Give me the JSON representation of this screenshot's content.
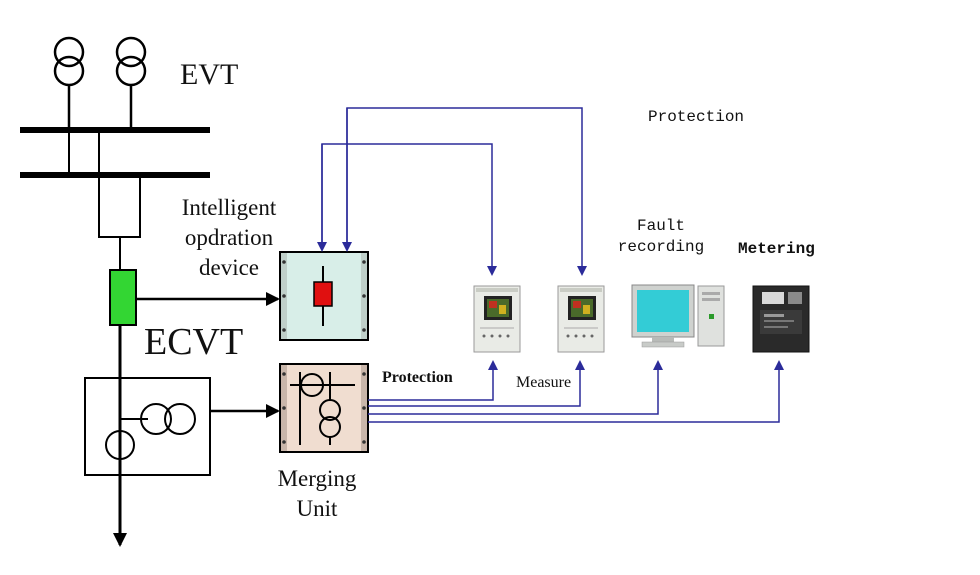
{
  "labels": {
    "evt": "EVT",
    "intelligent_device": "Intelligent opdration device",
    "intelligent_device_lines": [
      "Intelligent",
      "opdration",
      "device"
    ],
    "ecvt": "ECVT",
    "merging_unit_lines": [
      "Merging",
      "Unit"
    ],
    "protection_top": "Protection",
    "protection_bottom": "Protection",
    "measure": "Measure",
    "fault_recording_lines": [
      "Fault",
      "recording"
    ],
    "metering": "Metering"
  },
  "colors": {
    "line_black": "#000000",
    "signal_blue": "#2b2b9a",
    "ecvt_green": "#33d633",
    "device_panel": "#d8eee8",
    "device_red": "#e01010",
    "merging_panel": "#f0ddd0",
    "monitor_cyan": "#33ccd6"
  },
  "icons": [
    "transformer-coil-icon",
    "relay-device-icon",
    "computer-icon",
    "electric-meter-icon"
  ]
}
